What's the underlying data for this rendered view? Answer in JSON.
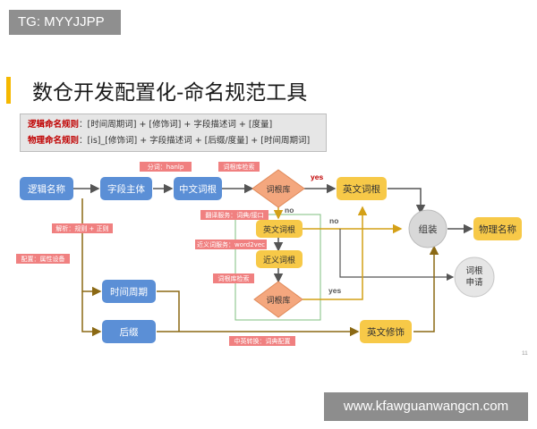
{
  "tag": "TG: MYYJJPP",
  "title": "数仓开发配置化-命名规范工具",
  "rules": {
    "logic_label": "逻辑命名规则",
    "logic_text": "：[时间周期词] + [修饰词] + 字段描述词 + [度量]",
    "physical_label": "物理命名规则",
    "physical_text": "：[is]_[修饰词] + 字段描述词 + [后缀/度量] + [时间周期词]"
  },
  "nodes": {
    "logic_name": "逻辑名称",
    "field_subject": "字段主体",
    "chinese_root": "中文词根",
    "root_lib_1": "词根库",
    "english_root": "英文词根",
    "assemble": "组装",
    "physical_name": "物理名称",
    "english_word": "英文词根",
    "synonym_root": "近义词根",
    "root_lib_2": "词根库",
    "apply_root_1": "词根",
    "apply_root_2": "申请",
    "time_period": "时间周期",
    "suffix": "后缀",
    "english_modifier": "英文修饰"
  },
  "labels": {
    "segment": "分词：hanlp",
    "root_search": "词根库检索",
    "parse": "解析：规则 + 正则",
    "config": "配置：属性设备",
    "translate": "翻译服务：词典/接口",
    "synonym_service": "近义词服务：word2vec",
    "root_lib_search": "词根库检索",
    "cn_en": "中英转换：词典配置",
    "yes_1": "yes",
    "no_1": "no",
    "no_2": "no",
    "yes_2": "yes"
  },
  "page_number": "11",
  "watermark": "www.kfawguanwangcn.com",
  "colors": {
    "blue_node": "#5b8fd6",
    "yellow_node": "#f7c948",
    "diamond": "#f4a77e",
    "circle": "#d8d8d8",
    "label_bg": "#f08080",
    "arrow_gray": "#555555",
    "arrow_brown": "#8b6914",
    "arrow_gold": "#d4a017",
    "green_box": "#7fbf7f",
    "accent": "#f5b800"
  }
}
